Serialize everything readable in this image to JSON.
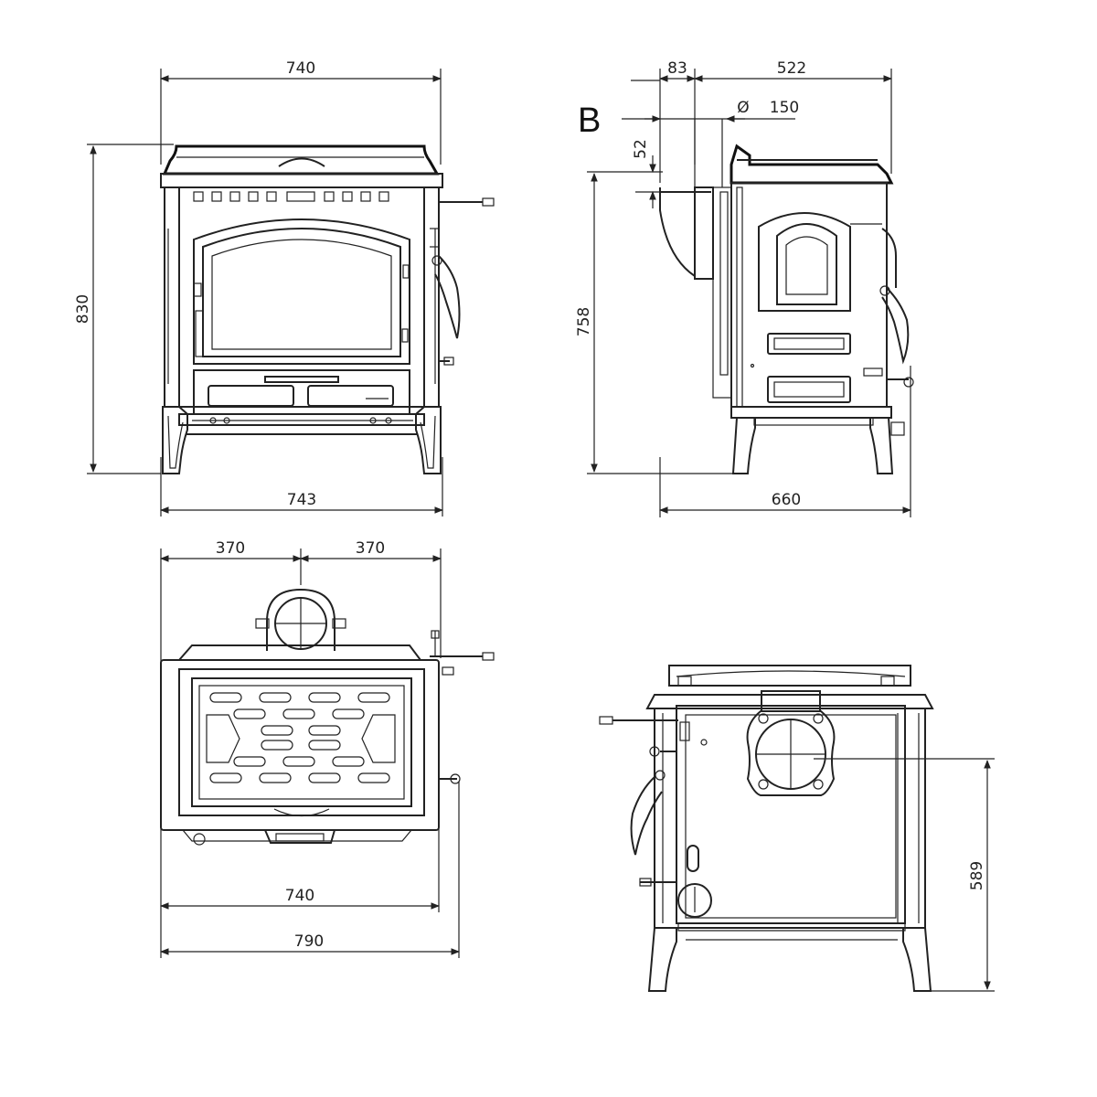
{
  "view_label": "B",
  "front_view": {
    "width_top": "740",
    "height_total": "830",
    "width_base": "743"
  },
  "side_view": {
    "flue_offset": "83",
    "top_depth": "522",
    "flue_diameter_symbol": "Ø",
    "flue_diameter": "150",
    "flue_height_above": "52",
    "flue_height": "758",
    "depth_total": "660"
  },
  "top_view": {
    "half_left": "370",
    "half_right": "370",
    "width_body": "740",
    "width_overall": "790"
  },
  "rear_view": {
    "outlet_height": "589"
  }
}
